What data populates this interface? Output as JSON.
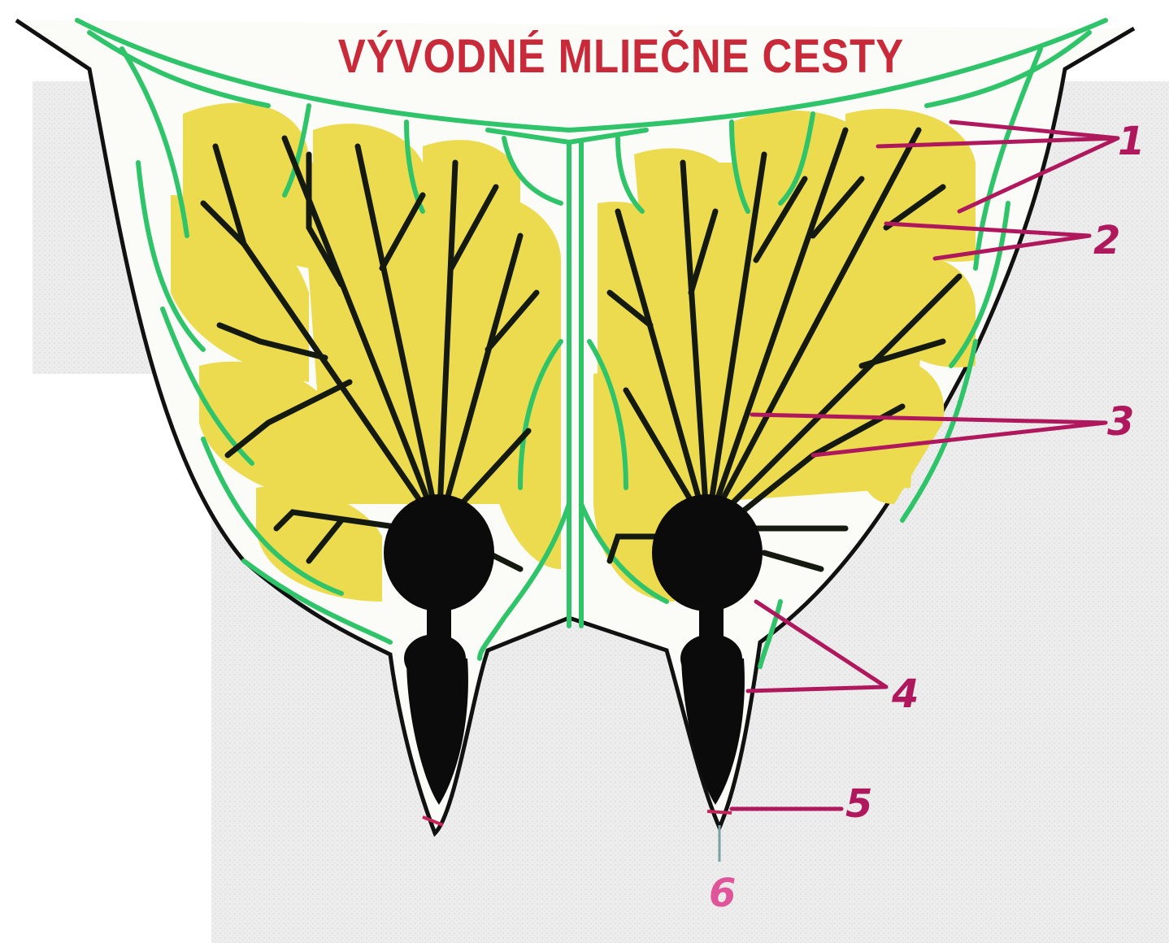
{
  "title": "VÝVODNÉ MLIEČNE CESTY",
  "labels": [
    "1",
    "2",
    "3",
    "4",
    "5",
    "6"
  ],
  "colors": {
    "title": "#c92a3a",
    "labels": "#b0185e",
    "label_6": "#e0559a",
    "gland_tissue": "#ecdb4e",
    "connective_tissue": "#2fc46a",
    "ducts": "#151a10",
    "outline": "#111111",
    "background": "#eeeeee"
  }
}
